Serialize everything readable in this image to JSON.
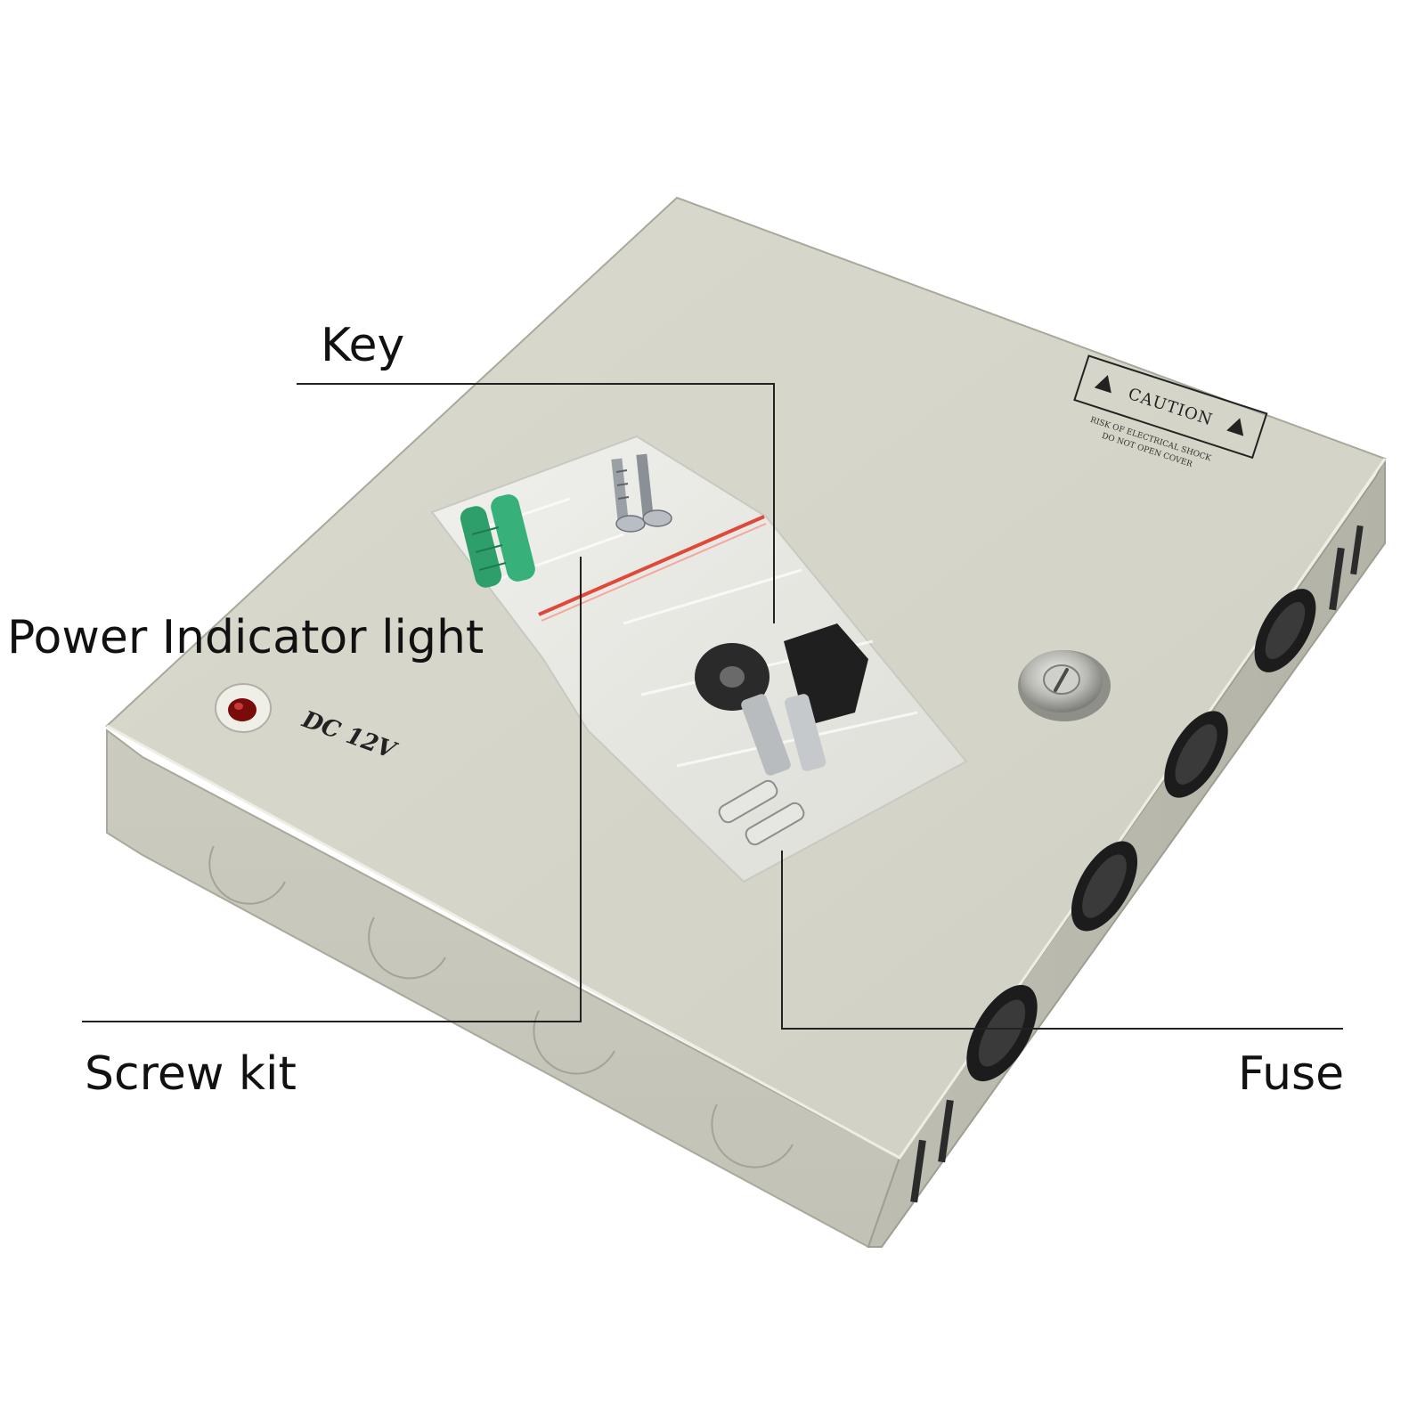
{
  "callouts": {
    "key": "Key",
    "power_indicator": "Power Indicator light",
    "screw_kit": "Screw kit",
    "fuse": "Fuse"
  },
  "box": {
    "voltage_label": "DC 12V",
    "caution_title": "CAUTION",
    "caution_line1": "RISK OF ELECTRICAL SHOCK",
    "caution_line2": "DO NOT OPEN COVER"
  },
  "colors": {
    "box_top": "#d8d8cc",
    "box_side": "#c9c9bd",
    "indicator": "#8b0d0d",
    "key_tag": "#2a2a2a",
    "anchor_green": "#2e9f6a",
    "zip_line": "#e0483a"
  }
}
